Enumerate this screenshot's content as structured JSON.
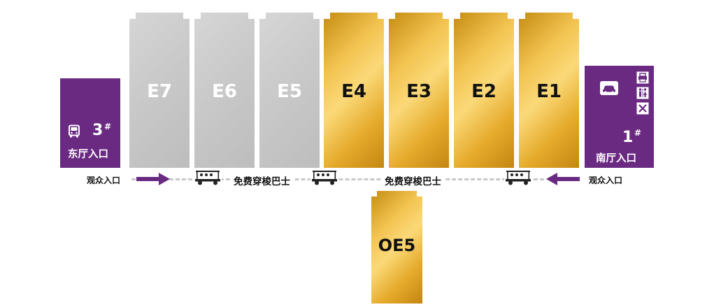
{
  "halls": [
    {
      "id": "E7",
      "label": "E7",
      "style": "gray"
    },
    {
      "id": "E6",
      "label": "E6",
      "style": "gray"
    },
    {
      "id": "E5",
      "label": "E5",
      "style": "gray"
    },
    {
      "id": "E4",
      "label": "E4",
      "style": "gold"
    },
    {
      "id": "E3",
      "label": "E3",
      "style": "gold"
    },
    {
      "id": "E2",
      "label": "E2",
      "style": "gold"
    },
    {
      "id": "E1",
      "label": "E1",
      "style": "gold"
    }
  ],
  "outdoor_hall": {
    "label": "OE5"
  },
  "entrances": {
    "east": {
      "number": "3",
      "hash": "#",
      "name": "东厅入口",
      "icon": "bus-icon"
    },
    "south": {
      "number": "1",
      "hash": "#",
      "name": "南厅入口",
      "icons": [
        "car-icon",
        "printer-icon",
        "restroom-icon",
        "close-icon"
      ]
    }
  },
  "road": {
    "audience_entry_left": "观众入口",
    "audience_entry_right": "观众入口",
    "shuttle_left": "免费穿梭巴士",
    "shuttle_right": "免费穿梭巴士"
  },
  "colors": {
    "entrance": "#6a2a82",
    "arrow": "#6a2a82",
    "gray_hall": "#c8c8c8",
    "gold_hall": "#e5aa2b"
  }
}
